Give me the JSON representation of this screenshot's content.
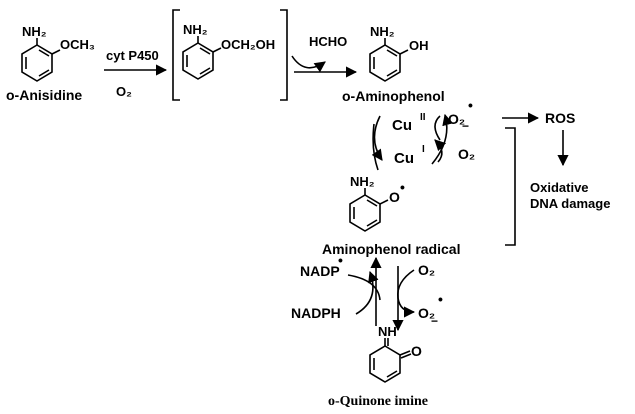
{
  "compounds": {
    "anisidine": {
      "name": "o-Anisidine",
      "nh2": "NH₂",
      "sub": "OCH₃"
    },
    "intermediate": {
      "nh2": "NH₂",
      "sub": "OCH₂OH"
    },
    "aminophenol": {
      "name": "o-Aminophenol",
      "nh2": "NH₂",
      "sub": "OH"
    },
    "radical": {
      "name": "Aminophenol radical",
      "nh2": "NH₂",
      "sub": "O"
    },
    "quinone_imine": {
      "name": "o-Quinone imine",
      "nh": "NH",
      "o": "O"
    }
  },
  "reagents": {
    "enzyme": "cyt P450",
    "o2_first": "O₂",
    "hcho": "HCHO",
    "cu2": "Cu",
    "cu2_ox": "II",
    "cu1": "Cu",
    "cu1_ox": "I",
    "superoxide_top": "O₂",
    "o2_cu": "O₂",
    "nadp": "NADP",
    "nadph": "NADPH",
    "o2_lower": "O₂",
    "superoxide_lower": "O₂"
  },
  "outcomes": {
    "ros": "ROS",
    "damage_line1": "Oxidative",
    "damage_line2": "DNA damage"
  },
  "marks": {
    "radical_dot": "•",
    "minus": "−"
  }
}
